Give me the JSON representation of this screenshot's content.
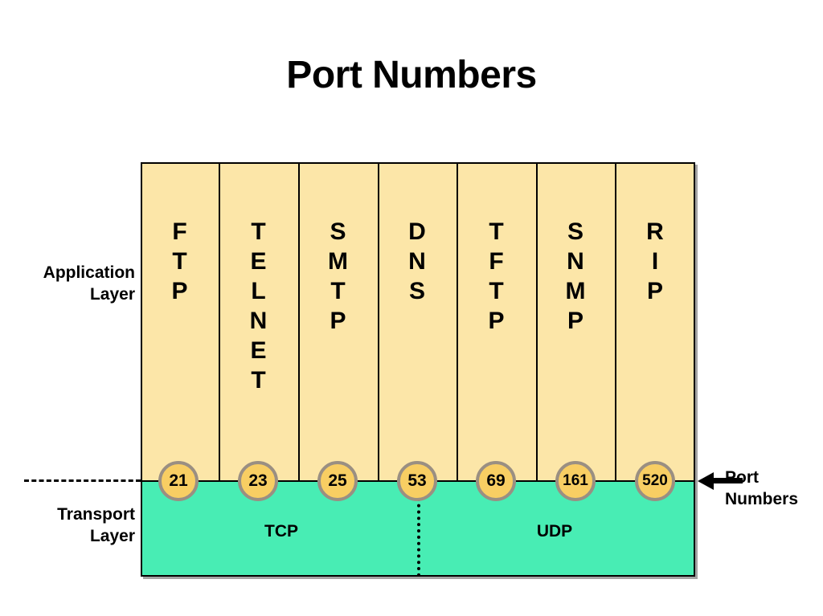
{
  "slide": {
    "title": "Port Numbers"
  },
  "layers": {
    "application": {
      "line1": "Application",
      "line2": "Layer"
    },
    "transport": {
      "line1": "Transport",
      "line2": "Layer"
    }
  },
  "columns": [
    {
      "protocol": "FTP",
      "letters": [
        "F",
        "T",
        "P"
      ],
      "port": "21",
      "transport": "TCP"
    },
    {
      "protocol": "TELNET",
      "letters": [
        "T",
        "E",
        "L",
        "N",
        "E",
        "T"
      ],
      "port": "23",
      "transport": "TCP"
    },
    {
      "protocol": "SMTP",
      "letters": [
        "S",
        "M",
        "T",
        "P"
      ],
      "port": "25",
      "transport": "TCP"
    },
    {
      "protocol": "DNS",
      "letters": [
        "D",
        "N",
        "S"
      ],
      "port": "53",
      "transport": "TCP/UDP"
    },
    {
      "protocol": "TFTP",
      "letters": [
        "T",
        "F",
        "T",
        "P"
      ],
      "port": "69",
      "transport": "UDP"
    },
    {
      "protocol": "SNMP",
      "letters": [
        "S",
        "N",
        "M",
        "P"
      ],
      "port": "161",
      "transport": "UDP"
    },
    {
      "protocol": "RIP",
      "letters": [
        "R",
        "I",
        "P"
      ],
      "port": "520",
      "transport": "UDP"
    }
  ],
  "transport_protocols": {
    "tcp_label": "TCP",
    "udp_label": "UDP"
  },
  "annotation": {
    "line1": "Port",
    "line2": "Numbers"
  },
  "colors": {
    "application_band": "#FCE6A8",
    "transport_band": "#48EDB4",
    "port_circle_fill": "#F8CE63",
    "port_circle_border": "#9A8F82",
    "outline": "#000000",
    "text": "#000000",
    "background": "#FFFFFF"
  }
}
